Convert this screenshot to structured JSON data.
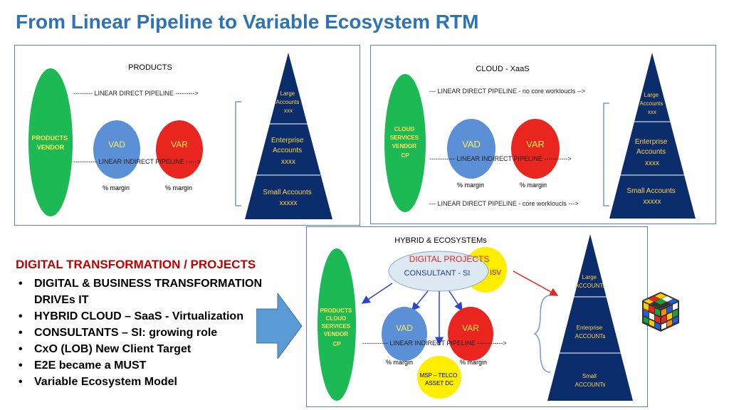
{
  "page_title": "From Linear Pipeline to Variable Ecosystem RTM",
  "panel_products": {
    "heading": "PRODUCTS",
    "vendor": [
      "PRODUCTS",
      "VENDOR"
    ],
    "vad": "VAD",
    "var": "VAR",
    "direct_pipeline": "--------- LINEAR DIRECT PIPELINE --------->",
    "indirect_pipeline": "----------- LINEAR INDIRECT PIPELINE ----->",
    "vad_margin": "% margin",
    "var_margin": "% margin",
    "pyramid": {
      "top": [
        "Large",
        "Accounts",
        "xxx"
      ],
      "middle": [
        "Enterprise",
        "Accounts",
        "xxxx"
      ],
      "bottom": [
        "Small Accounts",
        "xxxxx"
      ]
    }
  },
  "panel_cloud": {
    "heading": "CLOUD - XaaS",
    "vendor": [
      "CLOUD",
      "SERVICES",
      "VENDOR",
      "CP"
    ],
    "vad": "VAD",
    "var": "VAR",
    "direct_pipeline": "--- LINEAR DIRECT PIPELINE - no core workloucls -->",
    "indirect_pipeline": "------------ LINEAR INDIRECT PIPELINE ----------->",
    "direct_pipeline_core": "--- LINEAR DIRECT PIPELINE - core workloucls --->",
    "vad_margin": "% margin",
    "var_margin": "% margin",
    "pyramid": {
      "top": [
        "Large",
        "Accounts",
        "xxx"
      ],
      "middle": [
        "Enterprise",
        "Accounts",
        "xxxx"
      ],
      "bottom": [
        "Small Accounts",
        "xxxxx"
      ]
    }
  },
  "panel_hybrid": {
    "heading": "HYBRID & ECOSYSTEMs",
    "vendor": [
      "PRODUCTS",
      "CLOUD",
      "SERVICES",
      "VENDOR",
      "CP"
    ],
    "digital_projects": "DIGITAL PROJECTS",
    "consultant": "CONSULTANT - SI",
    "isv": "ISV",
    "vad": "VAD",
    "var": "VAR",
    "indirect_pipeline": "------------ LINEAR INDIRECT PIPELINE ------------>",
    "vad_margin": "% margin",
    "var_margin": "% margin",
    "msp": [
      "MSP – TELCO",
      "ASSET DC"
    ],
    "pyramid": {
      "top": [
        "Large",
        "ACCOUNTs"
      ],
      "middle": [
        "Enterprise",
        "ACCOUNTs"
      ],
      "bottom": [
        "Small",
        "ACCOUNTs"
      ]
    }
  },
  "bullets": {
    "heading": "DIGITAL TRANSFORMATION / PROJECTS",
    "items": [
      "DIGITAL & BUSINESS TRANSFORMATION DRIVEs IT",
      "HYBRID CLOUD – SaaS - Virtualization",
      "CONSULTANTS – SI:  growing role",
      "CxO (LOB) New Client Target",
      "E2E became a MUST",
      "Variable Ecosystem Model"
    ]
  },
  "colors": {
    "title": "#2e74b5",
    "vendor_green": "#1db954",
    "vad_blue": "#5b8fd6",
    "var_red": "#e8251f",
    "pyramid_navy": "#0c2d6b",
    "pyramid_text": "#ffd24a",
    "isv_yellow": "#ffee00",
    "consultant_fill": "#dce9f2",
    "arrow_blue": "#5b9bd5",
    "bullet_heading": "#c00000"
  }
}
